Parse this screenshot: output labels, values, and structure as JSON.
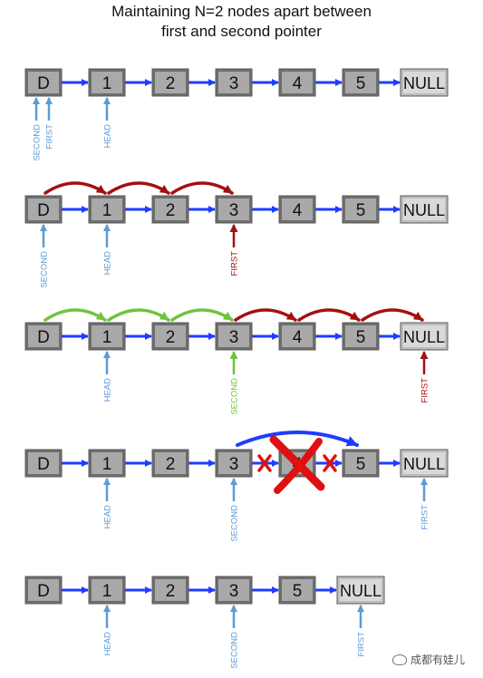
{
  "title": {
    "line1": "Maintaining N=2 nodes apart between",
    "line2": "first and second pointer"
  },
  "colors": {
    "node_fill": "#8c8c8c",
    "node_inner": "#a9a9a9",
    "null_fill": "#d9d9d9",
    "link_arrow": "#1f3cff",
    "pointer_blue": "#5b9bd5",
    "first_red": "#a50f0f",
    "second_green": "#6ec43e",
    "cross_red": "#e01010"
  },
  "rows": [
    {
      "nodes": [
        "D",
        "1",
        "2",
        "3",
        "4",
        "5",
        "NULL"
      ],
      "pointers": [
        {
          "label": "SECOND",
          "node": 0,
          "offset": -8,
          "color": "pointer_blue"
        },
        {
          "label": "FIRST",
          "node": 0,
          "offset": 6,
          "color": "pointer_blue"
        },
        {
          "label": "HEAD",
          "node": 1,
          "offset": 0,
          "color": "pointer_blue"
        }
      ],
      "moves": []
    },
    {
      "nodes": [
        "D",
        "1",
        "2",
        "3",
        "4",
        "5",
        "NULL"
      ],
      "pointers": [
        {
          "label": "SECOND",
          "node": 0,
          "offset": 0,
          "color": "pointer_blue"
        },
        {
          "label": "HEAD",
          "node": 1,
          "offset": 0,
          "color": "pointer_blue"
        },
        {
          "label": "FIRST",
          "node": 3,
          "offset": 0,
          "color": "first_red"
        }
      ],
      "moves": [
        {
          "from": 0,
          "to": 1,
          "color": "first_red"
        },
        {
          "from": 1,
          "to": 2,
          "color": "first_red"
        },
        {
          "from": 2,
          "to": 3,
          "color": "first_red"
        }
      ]
    },
    {
      "nodes": [
        "D",
        "1",
        "2",
        "3",
        "4",
        "5",
        "NULL"
      ],
      "pointers": [
        {
          "label": "HEAD",
          "node": 1,
          "offset": 0,
          "color": "pointer_blue"
        },
        {
          "label": "SECOND",
          "node": 3,
          "offset": 0,
          "color": "second_green"
        },
        {
          "label": "FIRST",
          "node": 6,
          "offset": 0,
          "color": "first_red"
        }
      ],
      "moves": [
        {
          "from": 0,
          "to": 1,
          "color": "second_green"
        },
        {
          "from": 1,
          "to": 2,
          "color": "second_green"
        },
        {
          "from": 2,
          "to": 3,
          "color": "second_green"
        },
        {
          "from": 3,
          "to": 4,
          "color": "first_red"
        },
        {
          "from": 4,
          "to": 5,
          "color": "first_red"
        },
        {
          "from": 5,
          "to": 6,
          "color": "first_red"
        }
      ]
    },
    {
      "nodes": [
        "D",
        "1",
        "2",
        "3",
        "4",
        "5",
        "NULL"
      ],
      "pointers": [
        {
          "label": "HEAD",
          "node": 1,
          "offset": 0,
          "color": "pointer_blue"
        },
        {
          "label": "SECOND",
          "node": 3,
          "offset": 0,
          "color": "pointer_blue"
        },
        {
          "label": "FIRST",
          "node": 6,
          "offset": 0,
          "color": "pointer_blue"
        }
      ],
      "moves": [],
      "deleted_node": 4,
      "bypass": {
        "from": 3,
        "to": 5
      }
    },
    {
      "nodes": [
        "D",
        "1",
        "2",
        "3",
        "5",
        "NULL"
      ],
      "pointers": [
        {
          "label": "HEAD",
          "node": 1,
          "offset": 0,
          "color": "pointer_blue"
        },
        {
          "label": "SECOND",
          "node": 3,
          "offset": 0,
          "color": "pointer_blue"
        },
        {
          "label": "FIRST",
          "node": 5,
          "offset": 0,
          "color": "pointer_blue"
        }
      ],
      "moves": []
    }
  ],
  "watermark": "成都有娃儿"
}
